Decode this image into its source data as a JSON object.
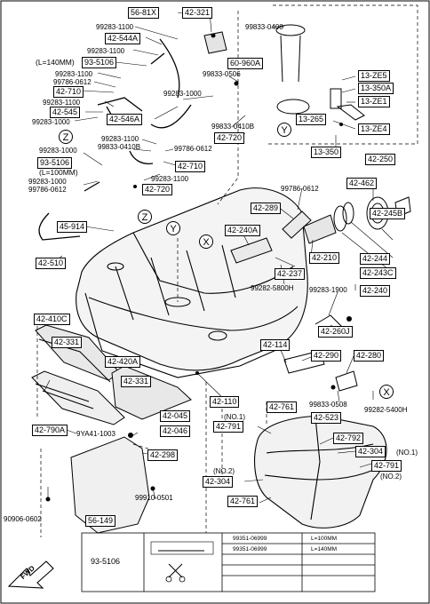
{
  "parts": {
    "p56_81x": "56-81X",
    "p42_321": "42-321",
    "p99283_1100_a": "99283-1100",
    "p42_544a": "42-544A",
    "p99283_1100_b": "99283-1100",
    "l140": "(L=140MM)",
    "p93_5106_a": "93-5106",
    "p99283_1100_c": "99283-1100",
    "p99786_0612_a": "99786-0612",
    "p42_710_a": "42-710",
    "p99283_1100_d": "99283-1100",
    "p42_545": "42-545",
    "p99283_1000_a": "99283-1000",
    "p42_546a": "42-546A",
    "p99283_1000_b": "99283-1000",
    "p99833_0506": "99833-0506",
    "p60_960a": "60-960A",
    "p99833_0408": "99833-0408",
    "p13_ze5": "13-ZE5",
    "p13_350a": "13-350A",
    "p13_ze1": "13-ZE1",
    "p13_265": "13-265",
    "p13_ze4": "13-ZE4",
    "p13_350": "13-350",
    "p99833_0410b_a": "99833-0410B",
    "p42_720_a": "42-720",
    "p99283_1100_e": "99283-1100",
    "p99833_0410b_b": "99833-0410B",
    "p99786_0612_b": "99786-0612",
    "p42_710_b": "42-710",
    "p99283_1100_f": "99283-1100",
    "p42_720_b": "42-720",
    "p99283_1000_c": "99283-1000",
    "p93_5106_b": "93-5106",
    "l100": "(L=100MM)",
    "p99283_1000_d": "99283-1000",
    "p99786_0612_c": "99786-0612",
    "p45_914": "45-914",
    "p42_510": "42-510",
    "p42_250": "42-250",
    "p42_462": "42-462",
    "p42_245b": "42-245B",
    "p99786_0612_d": "99786-0612",
    "p42_289": "42-289",
    "p42_240a": "42-240A",
    "p42_210": "42-210",
    "p42_244": "42-244",
    "p42_243c": "42-243C",
    "p42_237": "42-237",
    "p99282_5800h": "99282-5800H",
    "p42_240": "42-240",
    "p99283_1900": "99283-1900",
    "p42_410c": "42-410C",
    "p42_331_a": "42-331",
    "p42_260j": "42-260J",
    "p42_114": "42-114",
    "p42_420a": "42-420A",
    "p42_331_b": "42-331",
    "p42_290": "42-290",
    "p42_280": "42-280",
    "p99833_0508": "99833-0508",
    "p99282_5400h": "99282-5400H",
    "p42_110": "42-110",
    "p42_790a": "42-790A",
    "p42_045": "42-045",
    "p42_046": "42-046",
    "p9ya41_1003": "9YA41-1003",
    "p42_761_a": "42-761",
    "no1_a": "(NO.1)",
    "p42_791_a": "42-791",
    "p42_523": "42-523",
    "p42_792": "42-792",
    "p42_304_a": "42-304",
    "no1_b": "(NO.1)",
    "p42_298": "42-298",
    "no2_a": "(NO.2)",
    "p42_304_b": "42-304",
    "p42_791_b": "42-791",
    "no2_b": "(NO.2)",
    "p42_761_b": "42-761",
    "p99910_0501": "99910-0501",
    "p90906_0602": "90906-0602",
    "p56_149": "56-149"
  },
  "callouts": {
    "z1": "Z",
    "y1": "Y",
    "z2": "Z",
    "y2": "Y",
    "x1": "X",
    "x2": "X"
  },
  "table": {
    "part": "93-5106",
    "rows": [
      {
        "code": "99351-06999",
        "length": "L=100MM"
      },
      {
        "code": "99351-06999",
        "length": "L=140MM"
      }
    ]
  },
  "fwd": "FWD"
}
